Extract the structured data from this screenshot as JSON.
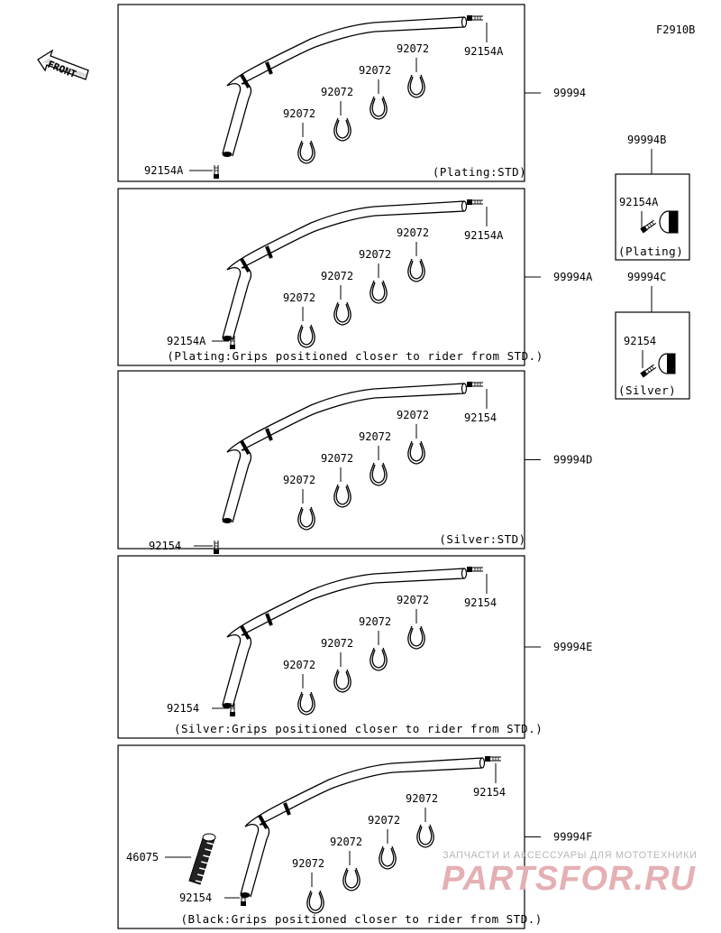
{
  "figure_code": "F2910B",
  "front_label": "FRONT",
  "panels": [
    {
      "assembly": "99994",
      "caption": "(Plating:STD)",
      "bolt_top": "92154A",
      "bolt_bottom": "92154A",
      "clamps": [
        "92072",
        "92072",
        "92072",
        "92072"
      ]
    },
    {
      "assembly": "99994A",
      "caption": "(Plating:Grips positioned closer to rider from STD.)",
      "bolt_top": "92154A",
      "bolt_bottom": "92154A",
      "clamps": [
        "92072",
        "92072",
        "92072",
        "92072"
      ]
    },
    {
      "assembly": "99994D",
      "caption": "(Silver:STD)",
      "bolt_top": "92154",
      "bolt_bottom": "92154",
      "clamps": [
        "92072",
        "92072",
        "92072",
        "92072"
      ]
    },
    {
      "assembly": "99994E",
      "caption": "(Silver:Grips positioned closer to rider from STD.)",
      "bolt_top": "92154",
      "bolt_bottom": "92154",
      "clamps": [
        "92072",
        "92072",
        "92072",
        "92072"
      ]
    },
    {
      "assembly": "99994F",
      "caption": "(Black:Grips positioned closer to rider from STD.)",
      "bolt_top": "92154",
      "bolt_bottom": "92154",
      "clamps": [
        "92072",
        "92072",
        "92072",
        "92072"
      ],
      "grip": "46075"
    }
  ],
  "side_kits": [
    {
      "assembly": "99994B",
      "part": "92154A",
      "caption": "(Plating)"
    },
    {
      "assembly": "99994C",
      "part": "92154",
      "caption": "(Silver)"
    }
  ],
  "watermark": {
    "line1": "ЗАПЧАСТИ И АКСЕССУАРЫ ДЛЯ МОТОТЕХНИКИ",
    "line2": "PARTSFOR.RU"
  }
}
